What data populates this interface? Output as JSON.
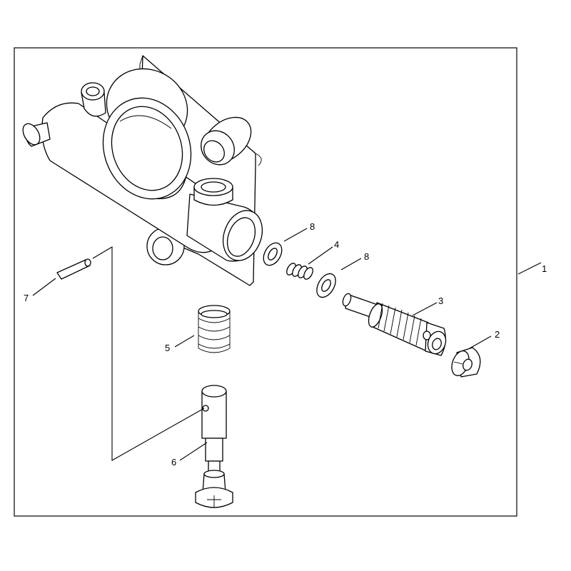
{
  "diagram": {
    "callouts": {
      "c1": "1",
      "c2": "2",
      "c3": "3",
      "c4": "4",
      "c5": "5",
      "c6": "6",
      "c7": "7",
      "c8a": "8",
      "c8b": "8"
    }
  }
}
